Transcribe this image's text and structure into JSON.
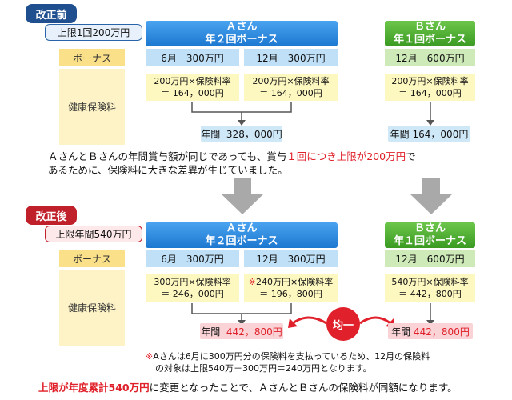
{
  "before": {
    "badge": "改正前",
    "limit": "上限1回200万円",
    "label_bonus": "ボーナス",
    "label_premium": "健康保険料",
    "a_head_1": "Ａさん",
    "a_head_2": "年２回ボーナス",
    "b_head_1": "Ｂさん",
    "b_head_2": "年１回ボーナス",
    "a_jun": "6月　300万円",
    "a_dec": "12月　300万円",
    "b_dec": "12月　600万円",
    "a_calc1_l1": "200万円×保険料率",
    "a_calc1_l2": "＝ 164，000円",
    "a_calc2_l1": "200万円×保険料率",
    "a_calc2_l2": "＝ 164，000円",
    "b_calc_l1": "200万円×保険料率",
    "b_calc_l2": "＝ 164，000円",
    "a_total_label": "年間",
    "a_total_value": "328，000円",
    "b_total_label": "年間",
    "b_total_value": "164，000円",
    "note_part1": "ＡさんとＢさんの年間賞与額が同じであっても、賞与",
    "note_red": "１回につき上限が200万円",
    "note_part2": "で",
    "note_line2": "あるために、保険料に大きな差異が生じていました。"
  },
  "after": {
    "badge": "改正後",
    "limit": "上限年間540万円",
    "label_bonus": "ボーナス",
    "label_premium": "健康保険料",
    "a_head_1": "Ａさん",
    "a_head_2": "年２回ボーナス",
    "b_head_1": "Ｂさん",
    "b_head_2": "年１回ボーナス",
    "a_jun": "6月　300万円",
    "a_dec": "12月　300万円",
    "b_dec": "12月　600万円",
    "a_calc1_l1": "300万円×保険料率",
    "a_calc1_l2": "＝ 246，000円",
    "a_calc2_mark": "※",
    "a_calc2_l1": "240万円×保険料率",
    "a_calc2_l2": "＝ 196，800円",
    "b_calc_l1": "540万円×保険料率",
    "b_calc_l2": "＝ 442，800円",
    "a_total_label": "年間",
    "a_total_value": "442，800円",
    "b_total_label": "年間",
    "b_total_value": "442，800円",
    "equal": "均一",
    "footnote_mark": "※",
    "footnote_l1": "Aさんは6月に300万円分の保険料を支払っているため、12月の保険料",
    "footnote_l2": "の対象は上限540万－300万円＝240万円となります。",
    "conclusion_red": "上限が年度累計540万円",
    "conclusion_rest": "に変更となったことで、ＡさんとＢさんの保険料が同額になります。"
  },
  "colors": {
    "navy": "#1f4f8f",
    "red": "#c0202a",
    "blue_head": "#1c78d0",
    "green_head": "#3a9a22",
    "highlight_red": "#e0202a"
  }
}
